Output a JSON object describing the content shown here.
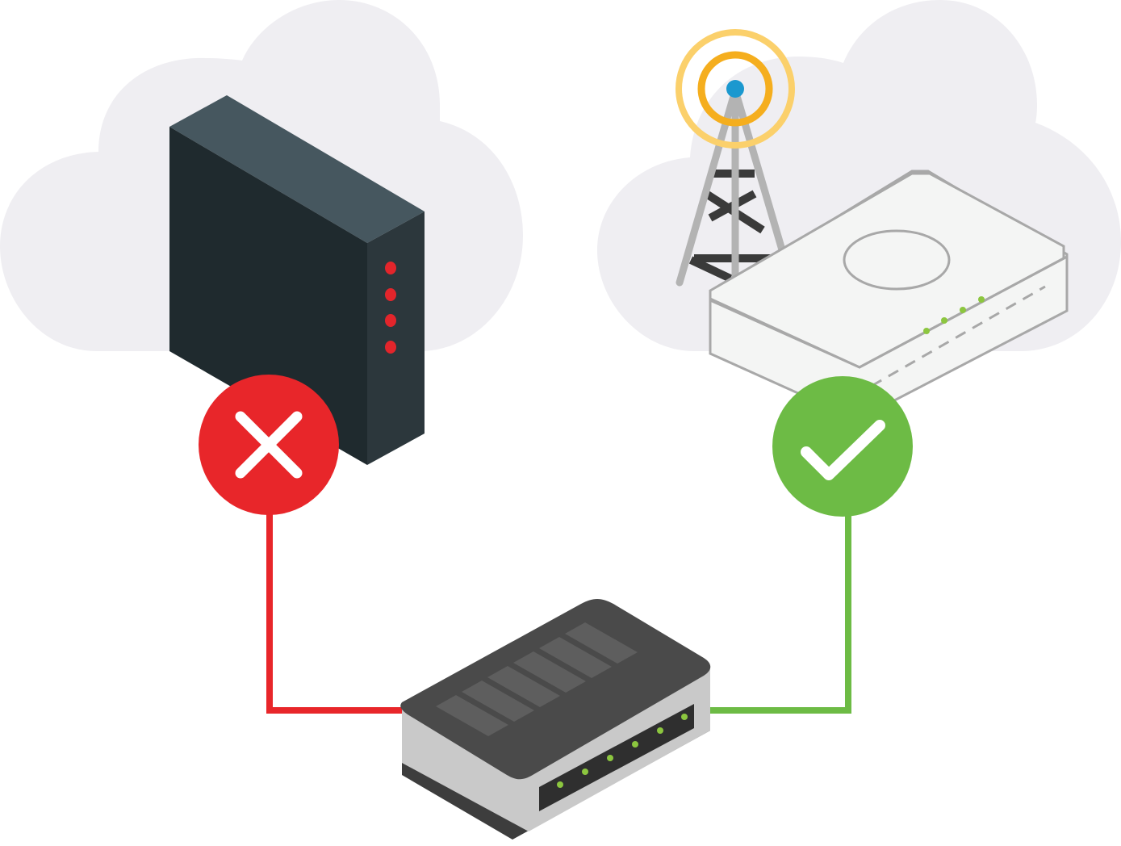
{
  "colors": {
    "background": "#ffffff",
    "cloud": "#efeef2",
    "fail": "#e8262a",
    "success": "#6dbb45",
    "server_front": "#1f2a2e",
    "server_top": "#46575f",
    "server_side": "#2c373c",
    "server_led": "#e3252b",
    "switch_top": "#4a4a4a",
    "switch_body": "#c9c9c9",
    "switch_led": "#8cc63f",
    "signal_outer": "#fbd06b",
    "signal_inner": "#f5ae1e",
    "antenna_tip": "#1b98cf",
    "tower": "#b3b3b3",
    "tower_brace": "#3a3a3a",
    "modem_body": "#f4f5f4",
    "modem_outline": "#a8a8a8"
  },
  "icons": {
    "fail": "x-icon",
    "success": "checkmark-icon",
    "left_device": "server-icon",
    "right_device": "wireless-modem-icon",
    "tower": "cell-tower-icon",
    "bottom_device": "network-switch-icon"
  },
  "connections": [
    {
      "from": "network-switch",
      "to": "server",
      "status": "fail"
    },
    {
      "from": "network-switch",
      "to": "wireless-modem",
      "status": "success"
    }
  ]
}
